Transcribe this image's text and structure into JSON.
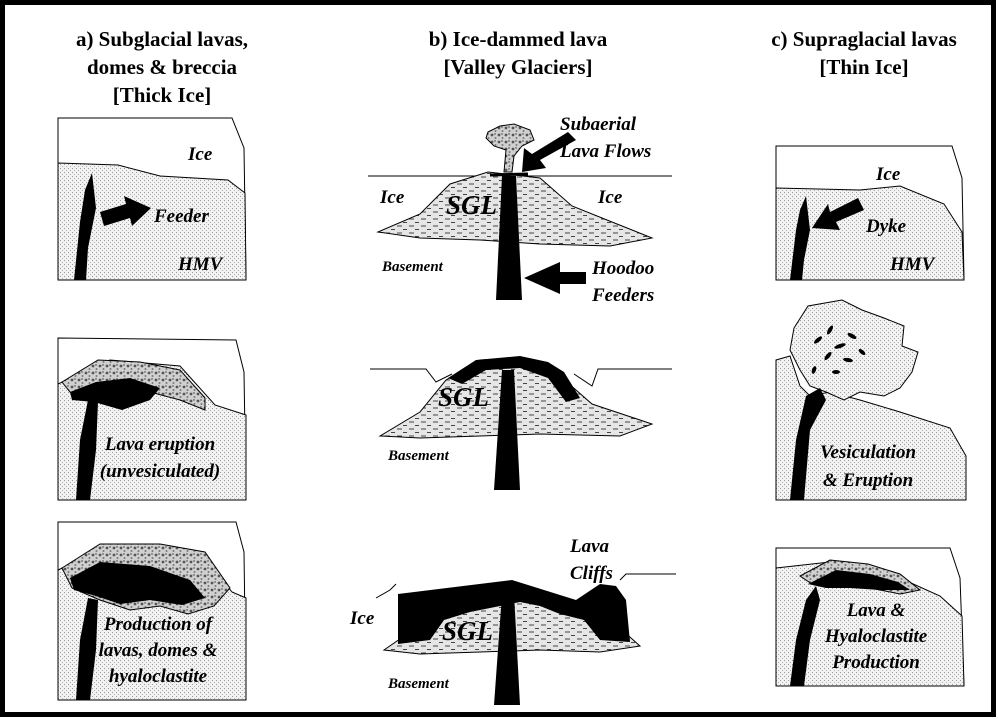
{
  "columns": {
    "a": {
      "title": [
        "a) Subglacial lavas,",
        "domes & breccia",
        "[Thick Ice]"
      ]
    },
    "b": {
      "title": [
        "b) Ice-dammed lava",
        "[Valley Glaciers]"
      ]
    },
    "c": {
      "title": [
        "c) Supraglacial lavas",
        "[Thin Ice]"
      ]
    }
  },
  "panels": {
    "a1": {
      "ice": "Ice",
      "feeder": "Feeder",
      "hmv": "HMV"
    },
    "a2": {
      "caption": [
        "Lava eruption",
        "(unvesiculated)"
      ]
    },
    "a3": {
      "caption": [
        "Production of",
        "lavas, domes &",
        "hyaloclastite"
      ]
    },
    "b1": {
      "subaerial": [
        "Subaerial",
        "Lava Flows"
      ],
      "ice_left": "Ice",
      "ice_right": "Ice",
      "sgl": "SGL",
      "basement": "Basement",
      "hoodoo": [
        "Hoodoo",
        "Feeders"
      ]
    },
    "b2": {
      "sgl": "SGL",
      "basement": "Basement"
    },
    "b3": {
      "cliffs": [
        "Lava",
        "Cliffs"
      ],
      "ice": "Ice",
      "sgl": "SGL",
      "basement": "Basement"
    },
    "c1": {
      "ice": "Ice",
      "dyke": "Dyke",
      "hmv": "HMV"
    },
    "c2": {
      "caption": [
        "Vesiculation",
        "& Eruption"
      ]
    },
    "c3": {
      "caption": [
        "Lava &",
        "Hyaloclastite",
        "Production"
      ]
    }
  }
}
